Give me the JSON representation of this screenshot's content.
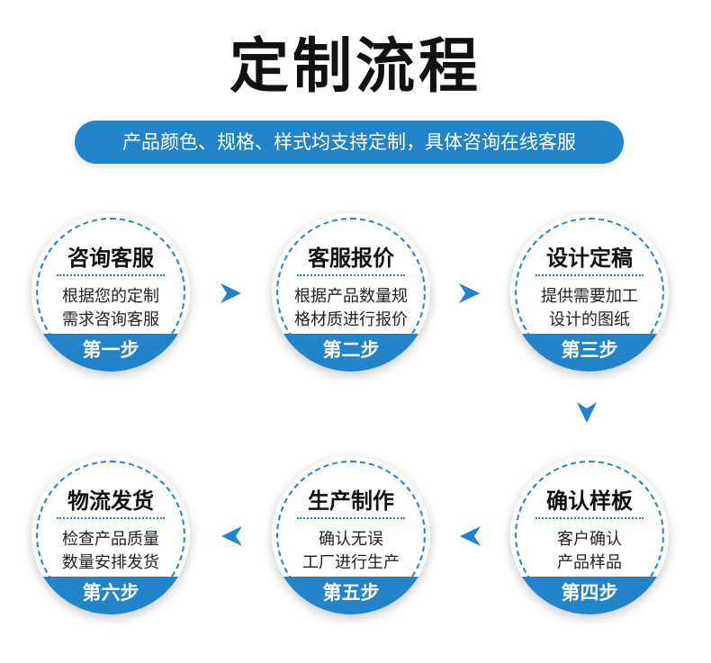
{
  "title": "定制流程",
  "subtitle": "产品颜色、规格、样式均支持定制，具体咨询在线客服",
  "colors": {
    "accent": "#2283c8",
    "text": "#111111"
  },
  "steps": [
    {
      "title": "咨询客服",
      "lines": [
        "根据您的定制",
        "需求咨询客服"
      ],
      "label": "第一步"
    },
    {
      "title": "客服报价",
      "lines": [
        "根据产品数量规",
        "格材质进行报价"
      ],
      "label": "第二步"
    },
    {
      "title": "设计定稿",
      "lines": [
        "提供需要加工",
        "设计的图纸"
      ],
      "label": "第三步"
    },
    {
      "title": "确认样板",
      "lines": [
        "客户确认",
        "产品样品"
      ],
      "label": "第四步"
    },
    {
      "title": "生产制作",
      "lines": [
        "确认无误",
        "工厂进行生产"
      ],
      "label": "第五步"
    },
    {
      "title": "物流发货",
      "lines": [
        "检查产品质量",
        "数量安排发货"
      ],
      "label": "第六步"
    }
  ]
}
